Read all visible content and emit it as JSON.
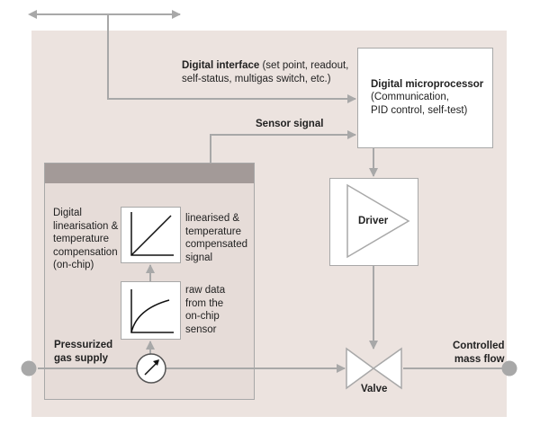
{
  "interface_label_bold": "Digital interface",
  "interface_label_rest": " (set point, readout,\nself-status, multigas switch, etc.)",
  "microprocessor": {
    "title": "Digital microprocessor",
    "body": "(Communication,\nPID control, self-test)"
  },
  "sensor_signal_label": "Sensor signal",
  "linearisation_label": "Digital\nlinearisation &\ntemperature\ncompensation\n(on-chip)",
  "linearised_label": "linearised &\ntemperature\ncompensated\nsignal",
  "raw_label": "raw data\nfrom the\non-chip\nsensor",
  "driver_label": "Driver",
  "valve_label": "Valve",
  "input_label": "Pressurized\ngas supply",
  "output_label": "Controlled\nmass flow",
  "colors": {
    "panel": "#ece3df",
    "sensor_box": "#e6dcd8",
    "header_bar": "#a39a98",
    "connector": "#a8a8a8",
    "ink": "#222222"
  }
}
